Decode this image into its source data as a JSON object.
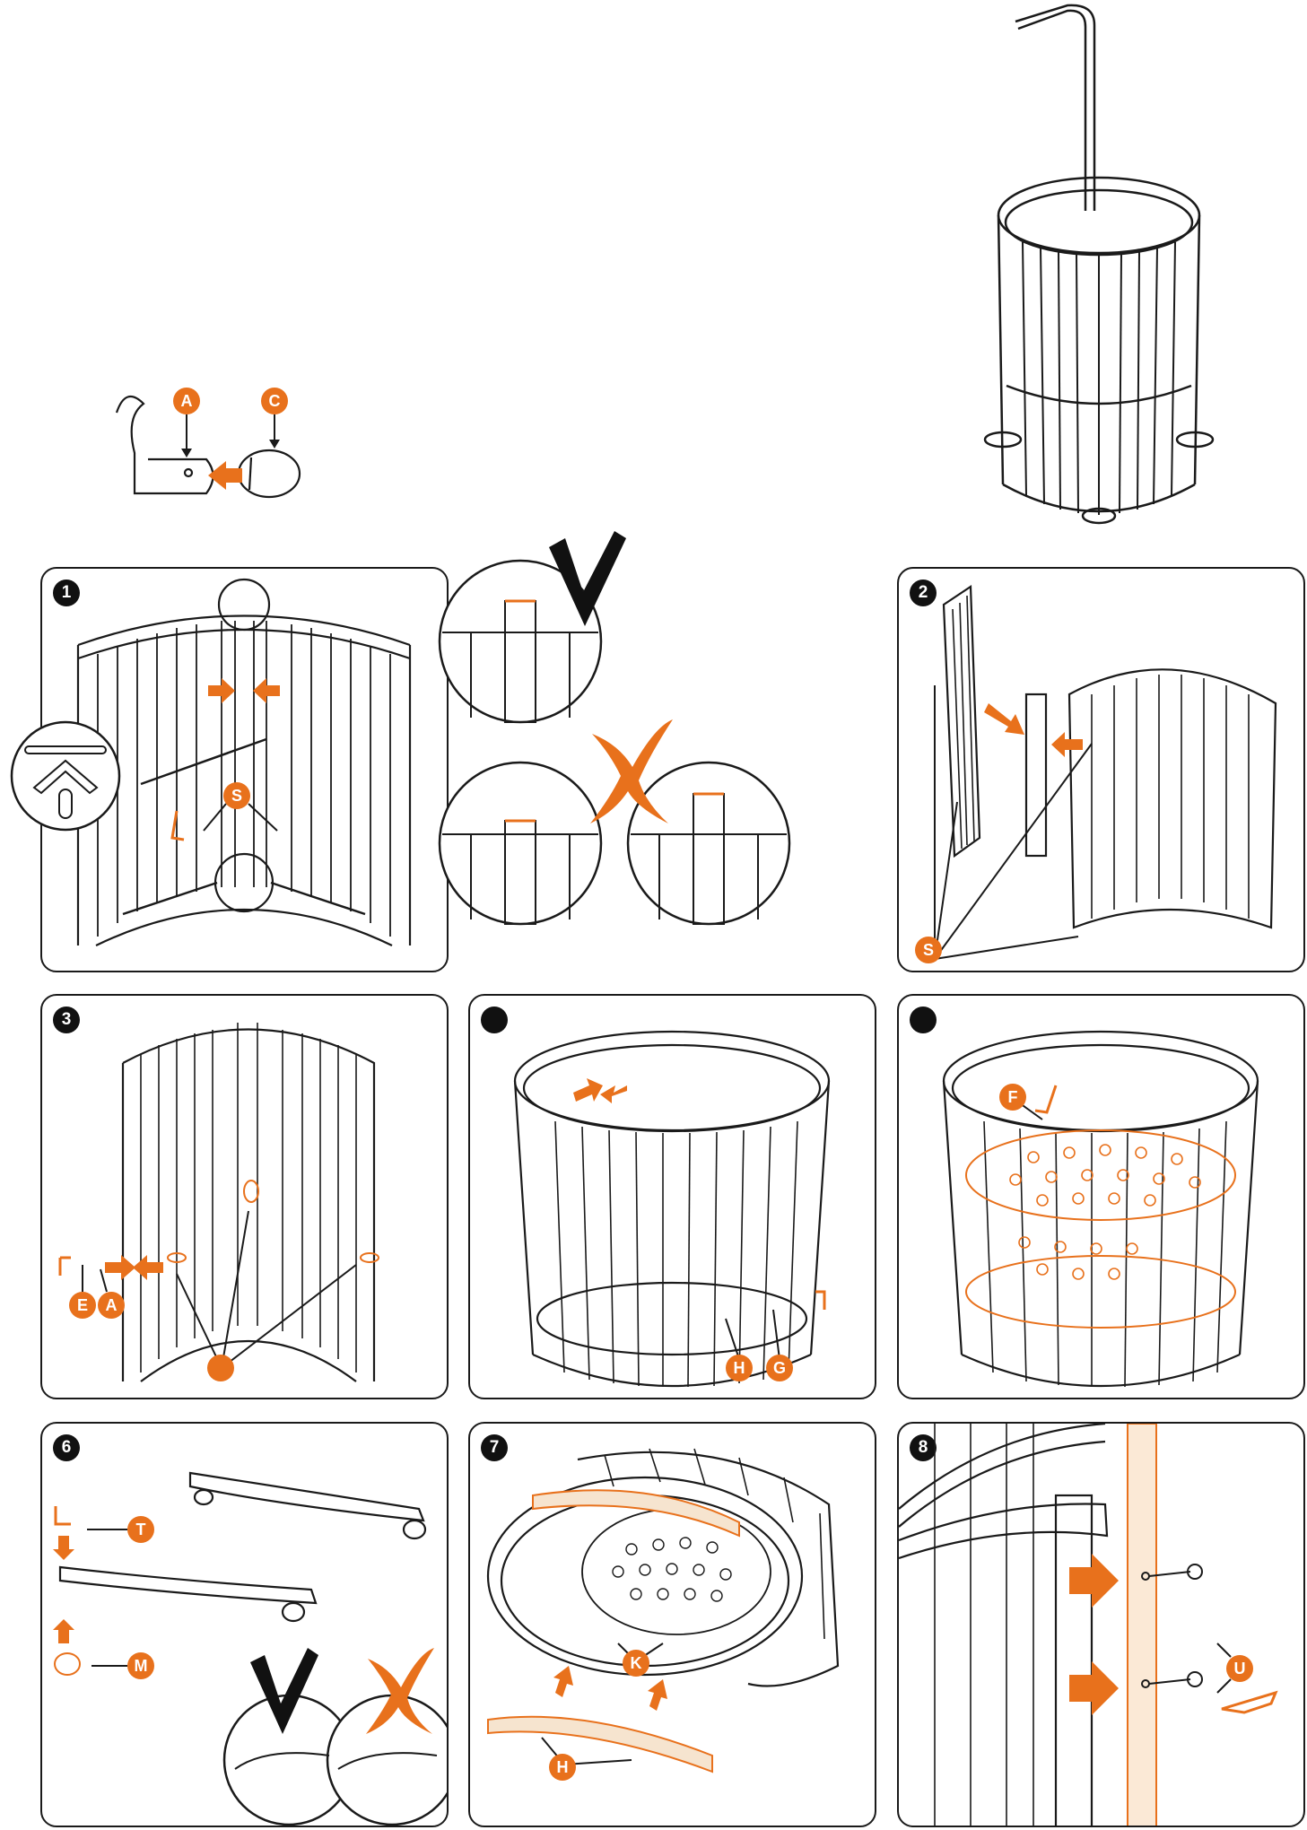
{
  "colors": {
    "accent": "#e8711c",
    "ink": "#1a1a1a"
  },
  "steps": [
    "1",
    "2",
    "3",
    "",
    "",
    "6",
    "7",
    "8"
  ],
  "callouts": {
    "A": "A",
    "C": "C",
    "S": "S",
    "E": "E",
    "H": "H",
    "G": "G",
    "F": "F",
    "T": "T",
    "M": "M",
    "K": "K",
    "U": "U"
  },
  "marks": {
    "check": "check-mark",
    "cross": "cross-mark"
  }
}
